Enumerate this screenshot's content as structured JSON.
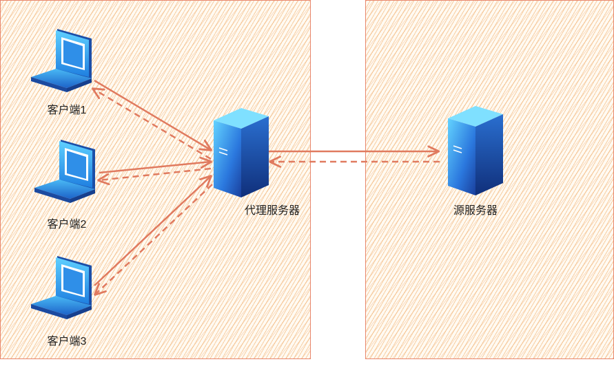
{
  "nodes": {
    "client1": {
      "label": "客户端1",
      "icon": "laptop-icon"
    },
    "client2": {
      "label": "客户端2",
      "icon": "laptop-icon"
    },
    "client3": {
      "label": "客户端3",
      "icon": "laptop-icon"
    },
    "proxy": {
      "label": "代理服务器",
      "icon": "server-icon"
    },
    "origin": {
      "label": "源服务器",
      "icon": "server-icon"
    }
  },
  "colors": {
    "arrow": "#e07a5f",
    "region_border": "#e8866c",
    "hatch": "#f0aa5f",
    "device_blue": "#2f8fe8",
    "device_dark": "#1c4fa8"
  }
}
